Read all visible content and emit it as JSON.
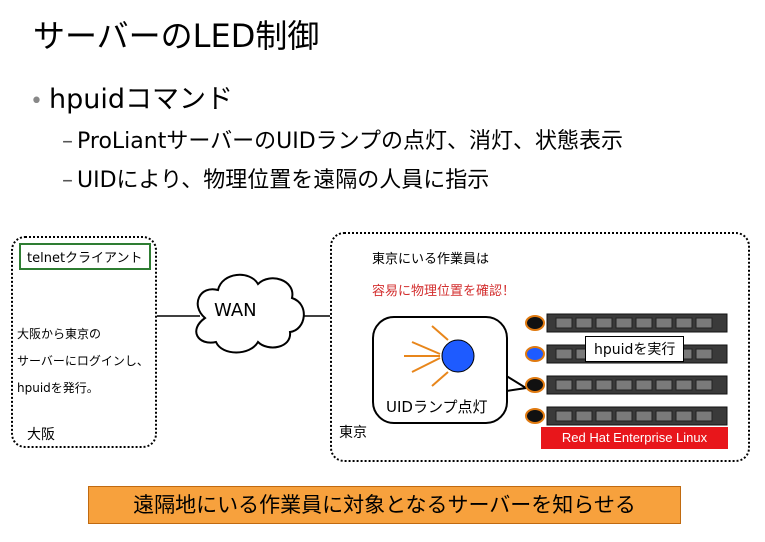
{
  "title": "サーバーのLED制御",
  "bullet": "hpuidコマンド",
  "sub_bullets": [
    "ProLiantサーバーのUIDランプの点灯、消灯、状態表示",
    "UIDにより、物理位置を遠隔の人員に指示"
  ],
  "osaka": {
    "client_label": "telnetクライアント",
    "lines": [
      "大阪から東京の",
      "サーバーにログインし、",
      "hpuidを発行。"
    ],
    "location": "大阪"
  },
  "wan_label": "WAN",
  "tokyo": {
    "worker_line1": "東京にいる作業員は",
    "worker_line2": "容易に物理位置を確認！",
    "uid_label": "UIDランプ点灯",
    "command_label": "hpuidを実行",
    "os_label": "Red Hat Enterprise Linux",
    "location": "東京"
  },
  "servers": [
    {
      "led": "off"
    },
    {
      "led": "on"
    },
    {
      "led": "off"
    },
    {
      "led": "off"
    }
  ],
  "banner": "遠隔地にいる作業員に対象となるサーバーを知らせる",
  "colors": {
    "led_on": "#1e5bff",
    "led_off": "#e07a10",
    "banner_bg": "#f7a13d",
    "highlight_text": "#d32f2f",
    "os_bg": "#e8161b"
  }
}
